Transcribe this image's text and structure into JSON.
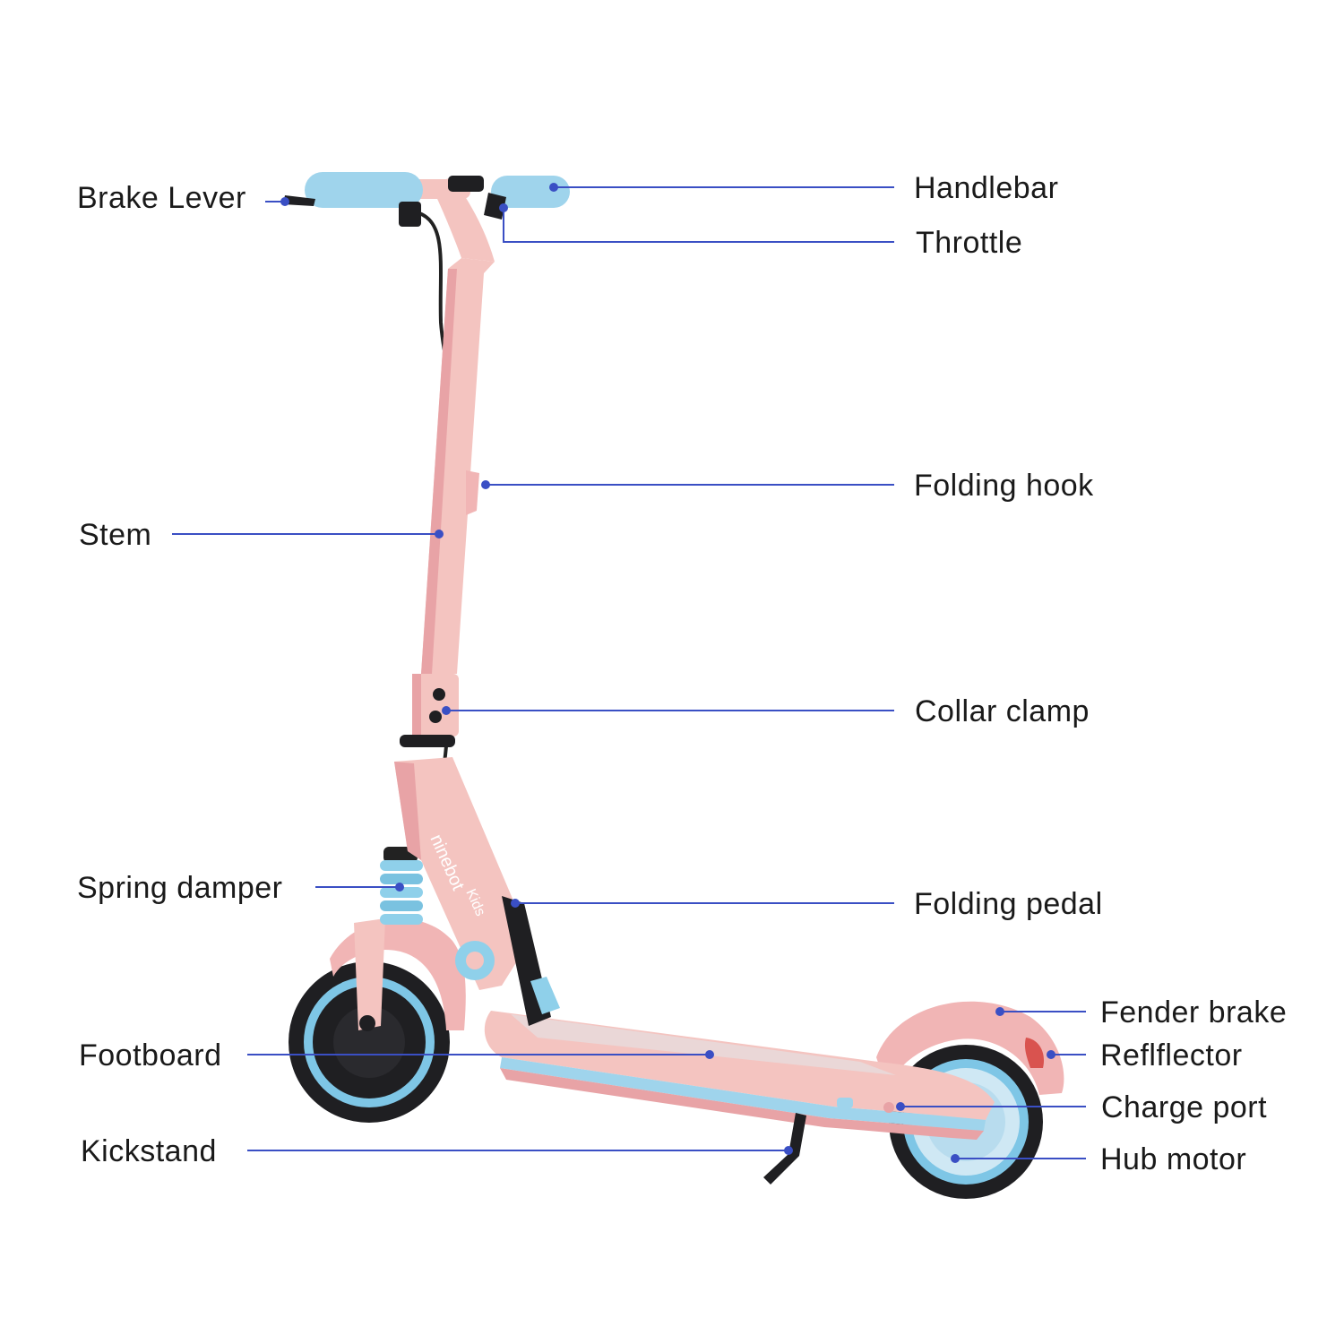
{
  "colors": {
    "leader": "#3a4fc4",
    "body_pink": "#f2b8b8",
    "accent_blue": "#8fd0ea",
    "tire": "#1f1f22"
  },
  "labels": {
    "brake_lever": "Brake Lever",
    "handlebar": "Handlebar",
    "throttle": "Throttle",
    "folding_hook": "Folding hook",
    "stem": "Stem",
    "collar_clamp": "Collar clamp",
    "spring_damper": "Spring damper",
    "folding_pedal": "Folding pedal",
    "fender_brake": "Fender brake",
    "reflector": "Reflflector",
    "footboard": "Footboard",
    "charge_port": "Charge port",
    "kickstand": "Kickstand",
    "hub_motor": "Hub motor"
  },
  "branding": {
    "name": "ninebot",
    "model": "Kids"
  }
}
